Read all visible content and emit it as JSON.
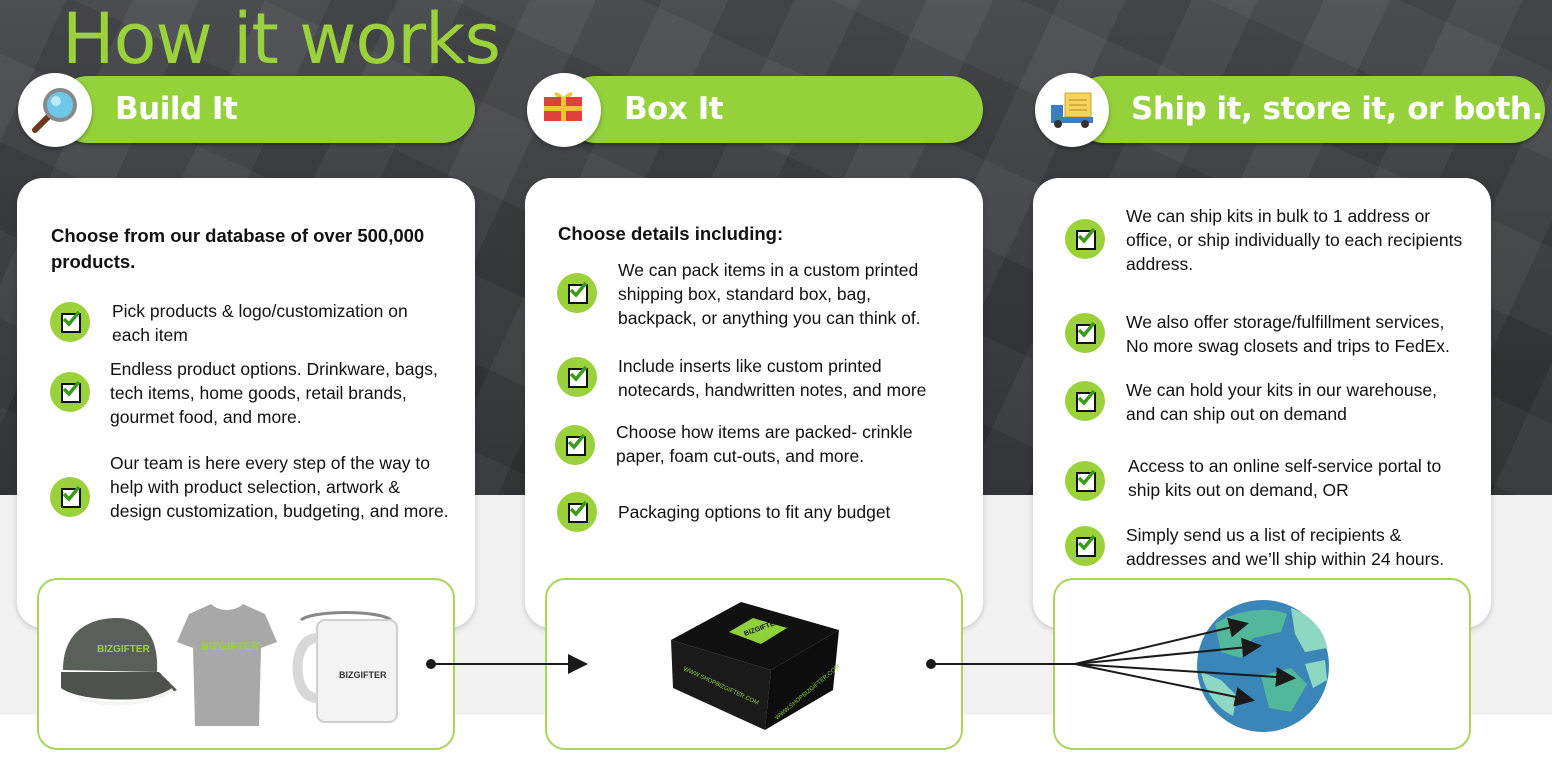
{
  "page": {
    "title": "How it works",
    "accent_color": "#95d13a"
  },
  "steps": [
    {
      "label": "Build It",
      "icon": "magnifying-glass-icon",
      "heading": "Choose from our database of over 500,000 products.",
      "items": [
        "Pick products & logo/customization on each item",
        "Endless product options. Drinkware, bags, tech items, home goods, retail brands, gourmet food, and more.",
        "Our team is here every step of the way to help with product selection, artwork & design customization, budgeting, and more."
      ],
      "image": {
        "icon": "branded-merchandise-cap-tshirt-mug",
        "brand_text": "BIZGIFTER"
      }
    },
    {
      "label": "Box It",
      "icon": "gift-box-icon",
      "heading": "Choose details including:",
      "items": [
        "We can pack items in a custom printed shipping box, standard box, bag, backpack, or anything you can think of.",
        "Include inserts like custom printed notecards,  handwritten notes, and more",
        "Choose how items are packed- crinkle paper, foam cut-outs, and more.",
        "Packaging options to fit any budget"
      ],
      "image": {
        "icon": "custom-shipping-box",
        "brand_text": "BIZGIFTER",
        "box_side_text": "WWW.SHOPBIZGIFTER.COM"
      }
    },
    {
      "label": "Ship it, store it, or both.",
      "icon": "delivery-truck-icon",
      "heading": "",
      "items": [
        "We can ship kits in bulk to 1 address or office, or ship individually to each recipients address.",
        "We also offer storage/fulfillment services, No more swag closets and trips to FedEx.",
        "We can hold your kits in our warehouse, and can ship out on demand",
        "Access to an online self-service portal to ship kits out on demand, OR",
        "Simply send us a list of recipients & addresses and we’ll ship within 24 hours."
      ],
      "image": {
        "icon": "globe-with-arrows"
      }
    }
  ]
}
